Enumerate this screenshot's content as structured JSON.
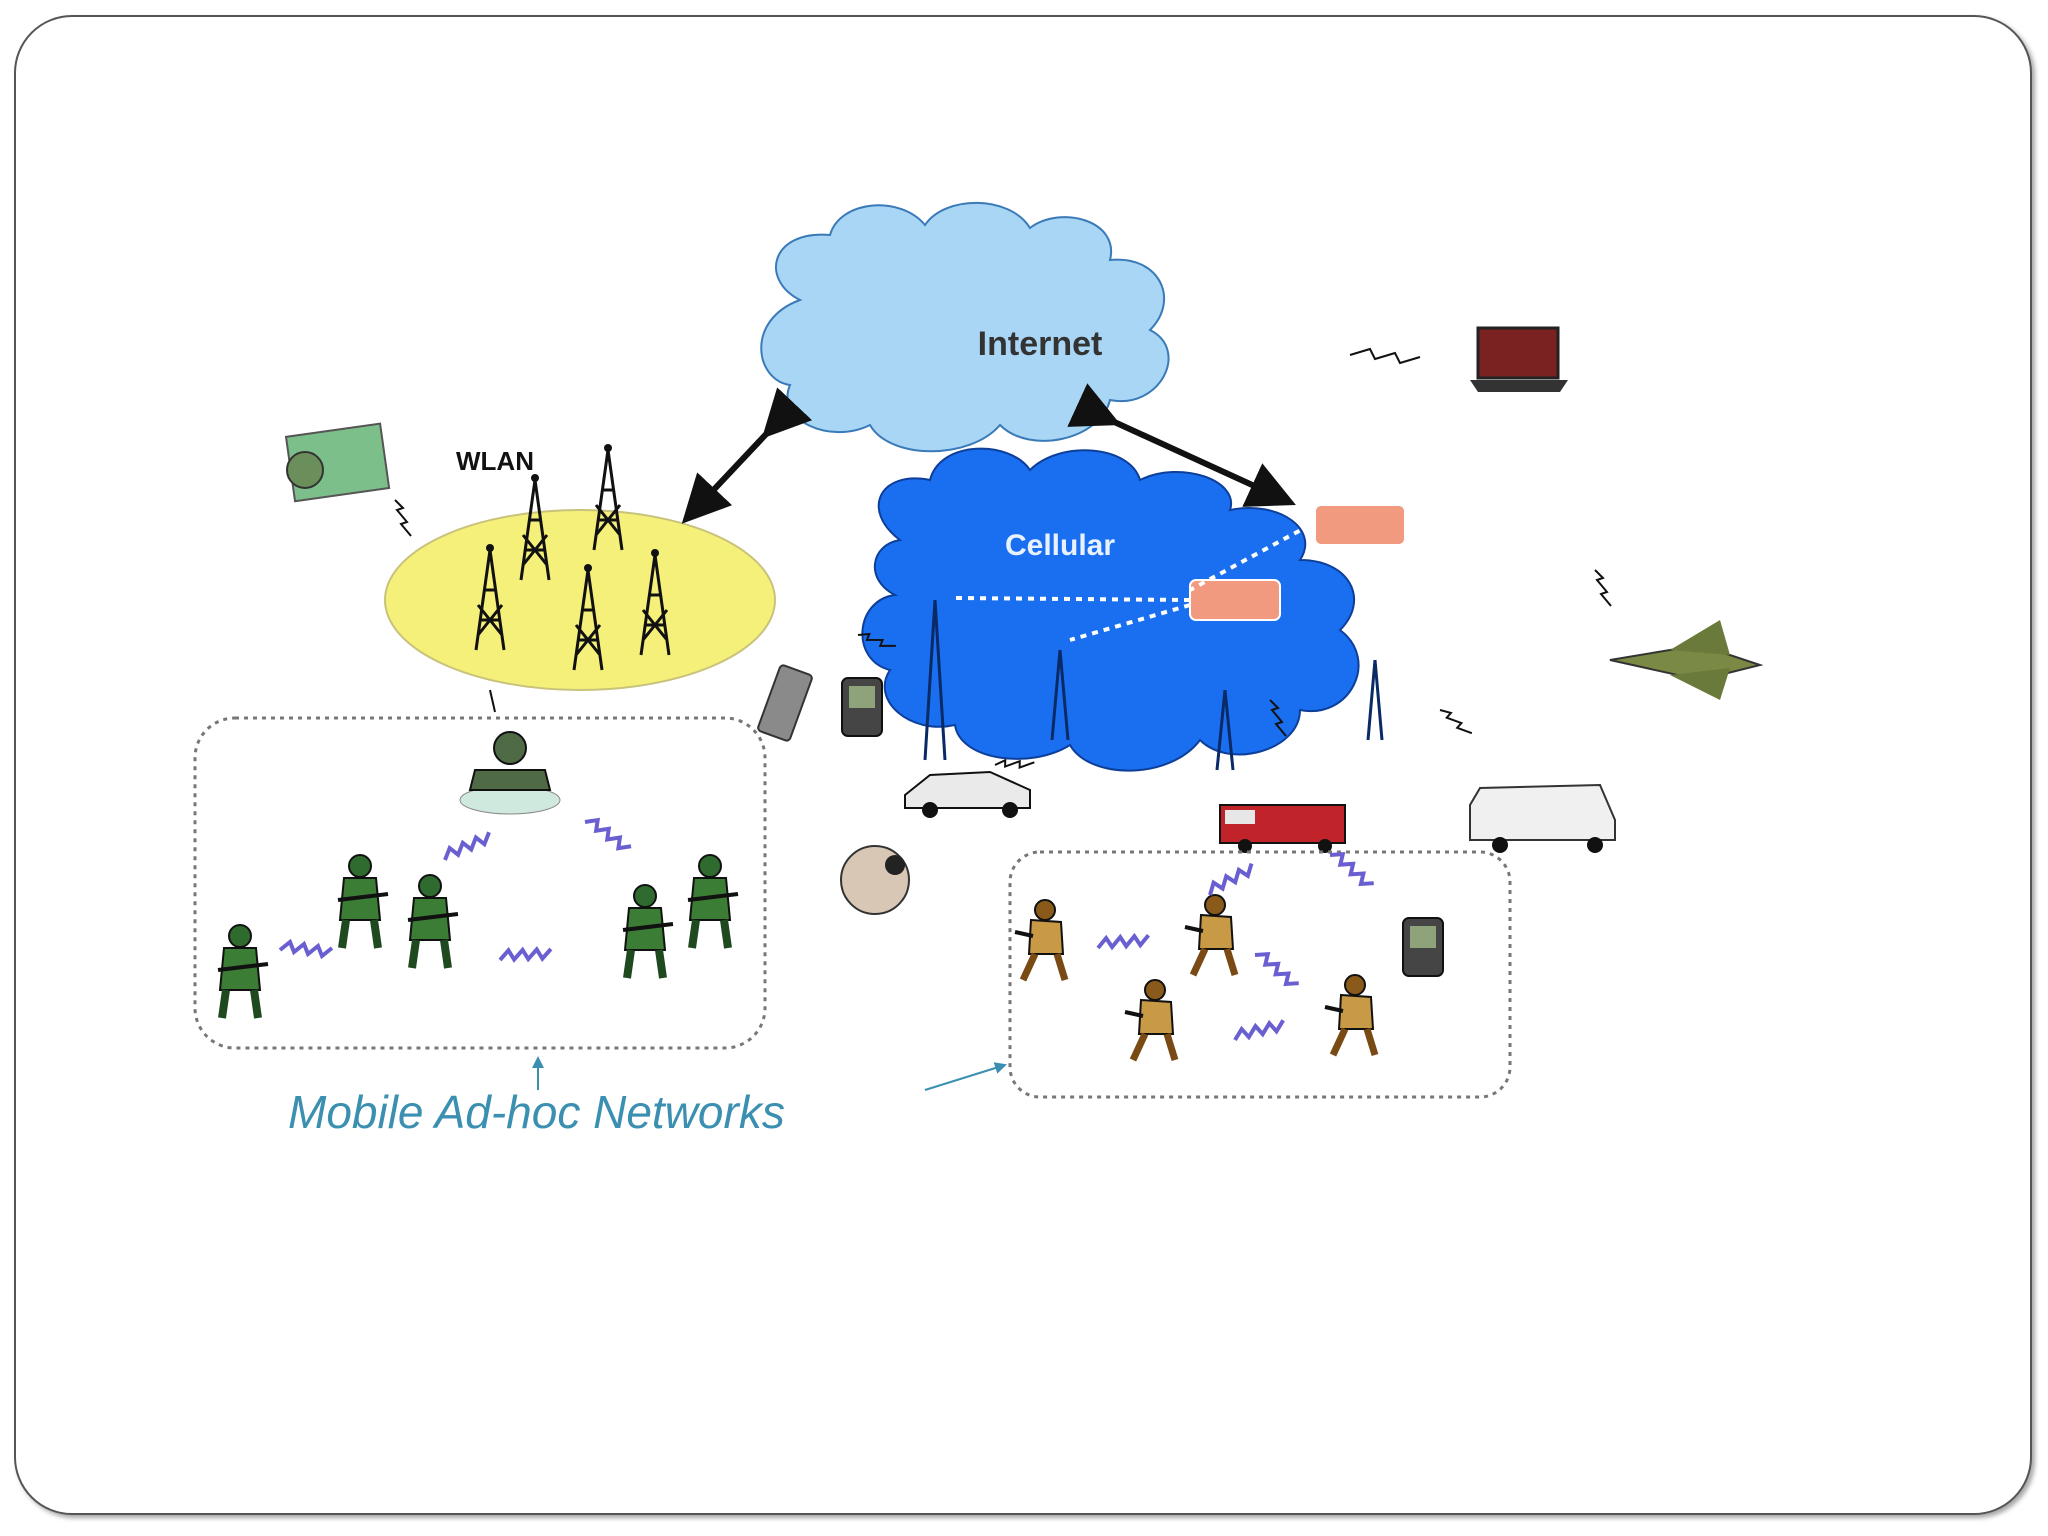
{
  "diagram": {
    "internet_label": "Internet",
    "wlan_label": "WLAN",
    "cellular_label": "Cellular",
    "caption": "Mobile Ad-hoc Networks"
  },
  "colors": {
    "internet_cloud": "#a9d6f5",
    "cellular_cloud": "#1a6ff0",
    "wlan_ellipse": "#f5f07a",
    "caption_text": "#3b8fb0",
    "radio_link": "#6a5fd0"
  }
}
